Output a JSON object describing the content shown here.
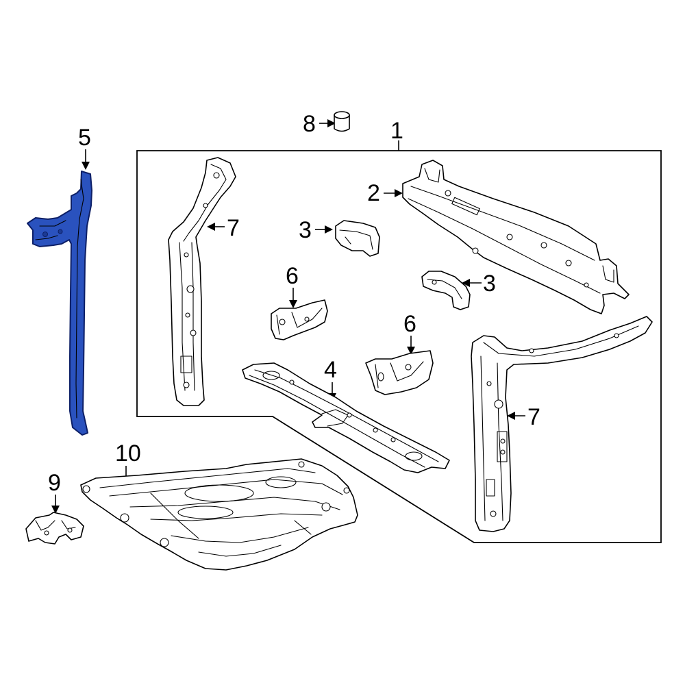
{
  "callouts": {
    "c1": "1",
    "c2": "2",
    "c3a": "3",
    "c3b": "3",
    "c4": "4",
    "c5": "5",
    "c6a": "6",
    "c6b": "6",
    "c7a": "7",
    "c7b": "7",
    "c8": "8",
    "c9": "9",
    "c10": "10"
  },
  "colors": {
    "highlight_fill": "#2a52be",
    "highlight_stroke": "#0d1f66",
    "line": "#000000",
    "background": "#ffffff"
  }
}
